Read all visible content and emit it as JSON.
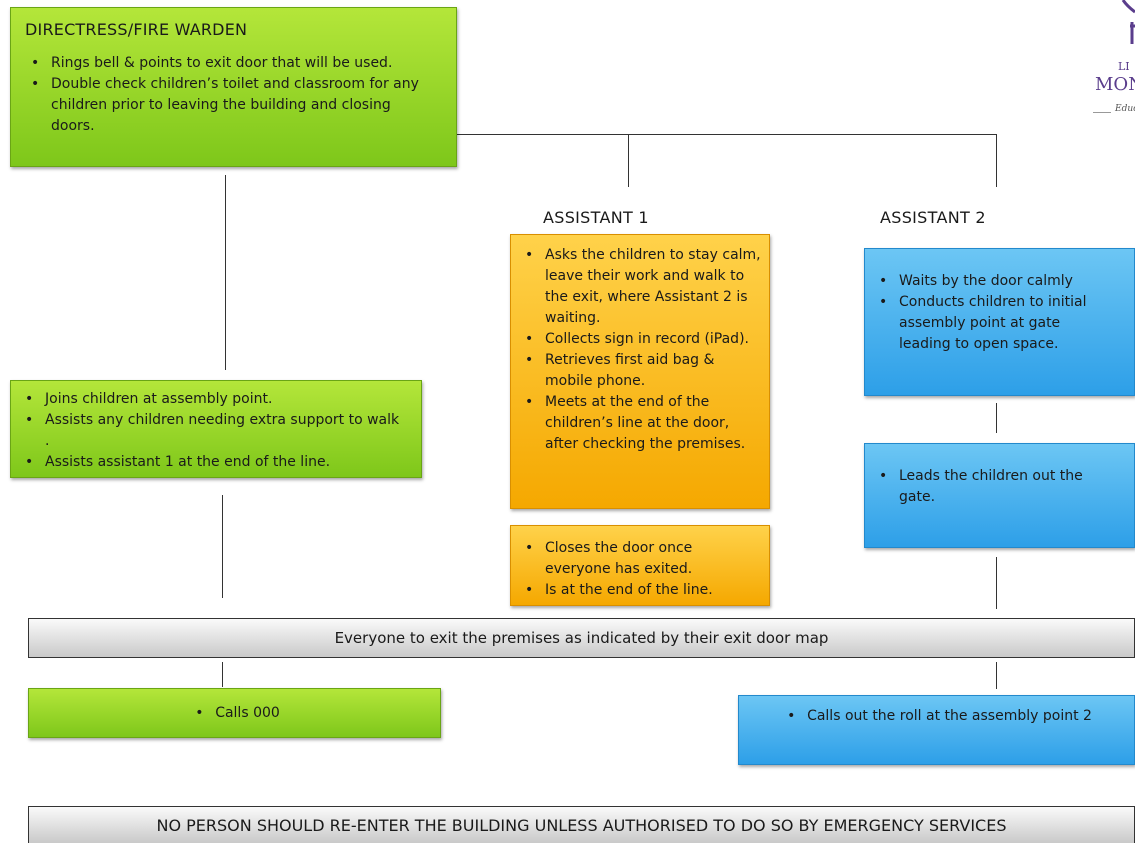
{
  "warden": {
    "title": "DIRECTRESS/FIRE WARDEN",
    "items": [
      "Rings bell & points to exit door that will be used.",
      "Double check children’s toilet and classroom for any children prior to leaving the building and closing doors."
    ],
    "step2": [
      "Joins children at assembly point.",
      "Assists any children needing extra support to walk .",
      "Assists assistant 1 at the end of the line."
    ],
    "step3": [
      "Calls 000"
    ]
  },
  "assistant1": {
    "title": "ASSISTANT 1",
    "items": [
      "Asks the children to stay calm, leave their work and walk to the exit, where Assistant 2 is waiting.",
      "Collects sign in record (iPad).",
      "Retrieves first aid bag & mobile phone.",
      "Meets at the end of the children’s line at the door, after checking the premises."
    ],
    "step2": [
      "Closes the door once everyone has exited.",
      "Is at the end of the line."
    ]
  },
  "assistant2": {
    "title": "ASSISTANT 2",
    "items": [
      "Waits by the door calmly",
      "Conducts children to initial assembly point at gate leading to open space."
    ],
    "step2": [
      "Leads the children out the gate."
    ],
    "step3": [
      "Calls out the roll at the assembly point 2"
    ]
  },
  "exit_banner": "Everyone to exit the premises as indicated by their exit door map",
  "footer_banner": "NO PERSON SHOULD RE-ENTER THE BUILDING UNLESS AUTHORISED TO DO SO BY EMERGENCY SERVICES",
  "logo": {
    "line1": "LI",
    "line2": "MON",
    "line3": "Educ"
  },
  "colors": {
    "green": "#8fd325",
    "orange": "#fbbd1a",
    "blue": "#3aa8ee",
    "grey": "#d9d9d9"
  }
}
